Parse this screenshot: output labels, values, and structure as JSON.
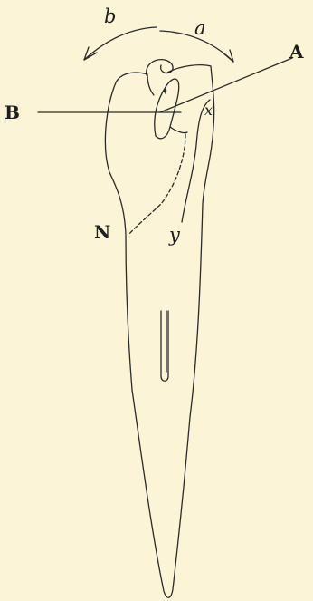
{
  "labels": {
    "a": "a",
    "b": "b",
    "A": "A",
    "B": "B",
    "x": "x",
    "N": "N",
    "y": "y"
  },
  "colors": {
    "background": "#fbf4d6",
    "ink": "#2a2a2a"
  }
}
